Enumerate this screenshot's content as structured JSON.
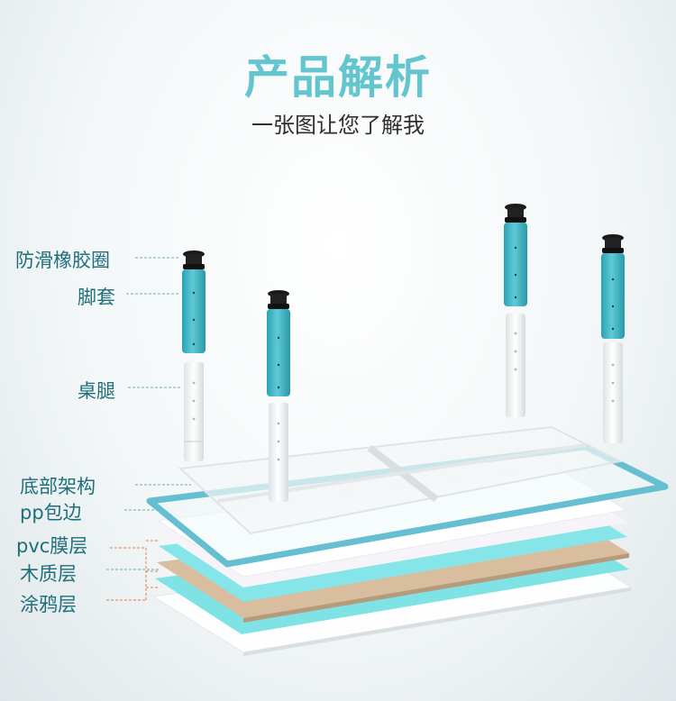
{
  "header": {
    "title": "产品解析",
    "subtitle": "一张图让您了解我"
  },
  "labels": {
    "anti_slip_ring": "防滑橡胶圈",
    "foot_cover": "脚套",
    "table_leg": "桌腿",
    "base_frame": "底部架构",
    "pp_edge": "pp包边",
    "pvc_film": "pvc膜层",
    "wood_layer": "木质层",
    "graffiti_layer": "涂鸦层"
  },
  "colors": {
    "accent": "#63c6cf",
    "leg_sleeve": "#3fb3c2",
    "wood": "#d8bd9e",
    "film": "#7fe3e6"
  }
}
